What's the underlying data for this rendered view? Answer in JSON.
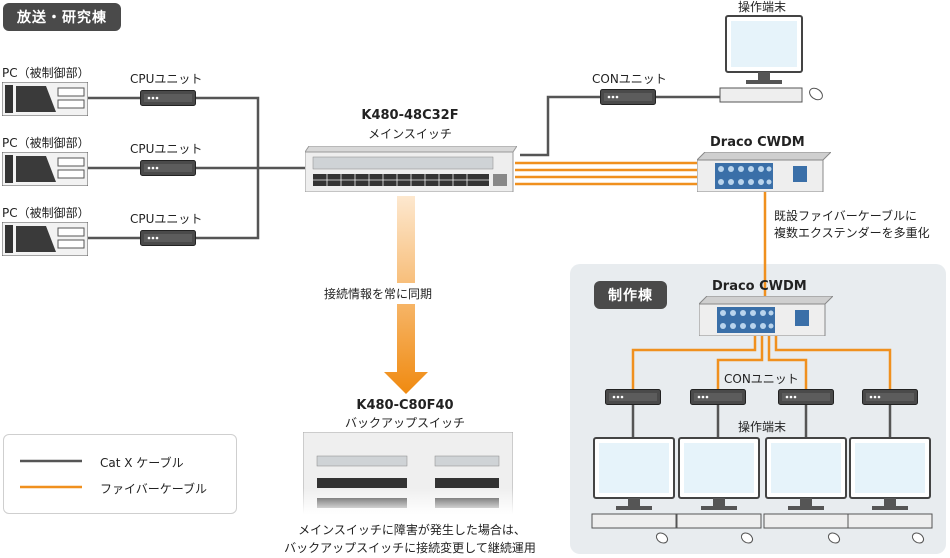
{
  "broadcast_tag": "放送・研究棟",
  "production_tag": "制作棟",
  "pc_label": "PC（被制御部）",
  "cpu_unit_label": "CPUユニット",
  "con_unit_label": "CONユニット",
  "operator_terminal_label": "操作端末",
  "main_switch": {
    "model": "K480-48C32F",
    "desc": "メインスイッチ"
  },
  "backup_switch": {
    "model": "K480-C80F40",
    "desc": "バックアップスイッチ"
  },
  "cwdm_label": "Draco CWDM",
  "cwdm_note": [
    "既設ファイバーケーブルに",
    "複数エクステンダーを多重化"
  ],
  "sync_label": "接続情報を常に同期",
  "failover_note": [
    "メインスイッチに障害が発生した場合は、",
    "バックアップスイッチに接続変更して継続運用"
  ],
  "legend": {
    "cat": "Cat X ケーブル",
    "fiber": "ファイバーケーブル"
  },
  "colors": {
    "cat": "#555555",
    "fiber": "#f0901e",
    "tag_bg": "#4a4a4a",
    "panel_bg": "#e8ecef"
  }
}
